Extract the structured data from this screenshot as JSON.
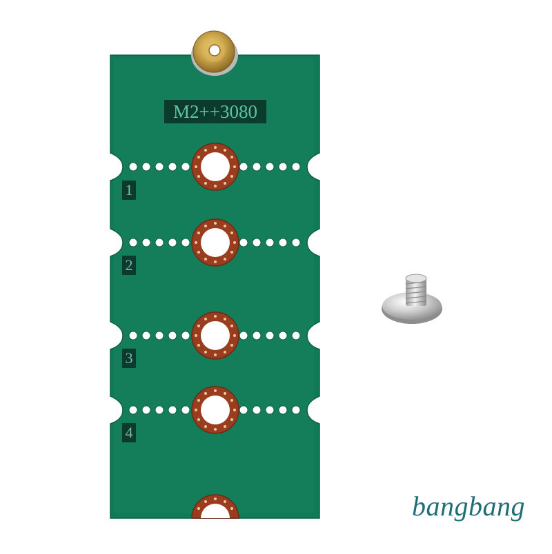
{
  "image": {
    "kind": "product-photo",
    "subject": "M.2 SSD extension / adapter PCB board with brass standoff and mounting screw",
    "background_color": "#ffffff"
  },
  "board": {
    "model_text": "M2++3080",
    "pcb_color": "#0f7a57",
    "silkscreen_bg_color": "#0b3b2c",
    "pad_ring_color": "#9a3d1f",
    "slot_labels": [
      "1",
      "2",
      "3",
      "4"
    ],
    "break_rows": 4,
    "holes_per_side": 5
  },
  "standoff": {
    "material": "brass",
    "color": "#c9a24a"
  },
  "screw": {
    "material": "steel",
    "color": "#c8c8c8"
  },
  "watermark": {
    "text": "bangbang",
    "color": "#1f6e75"
  }
}
